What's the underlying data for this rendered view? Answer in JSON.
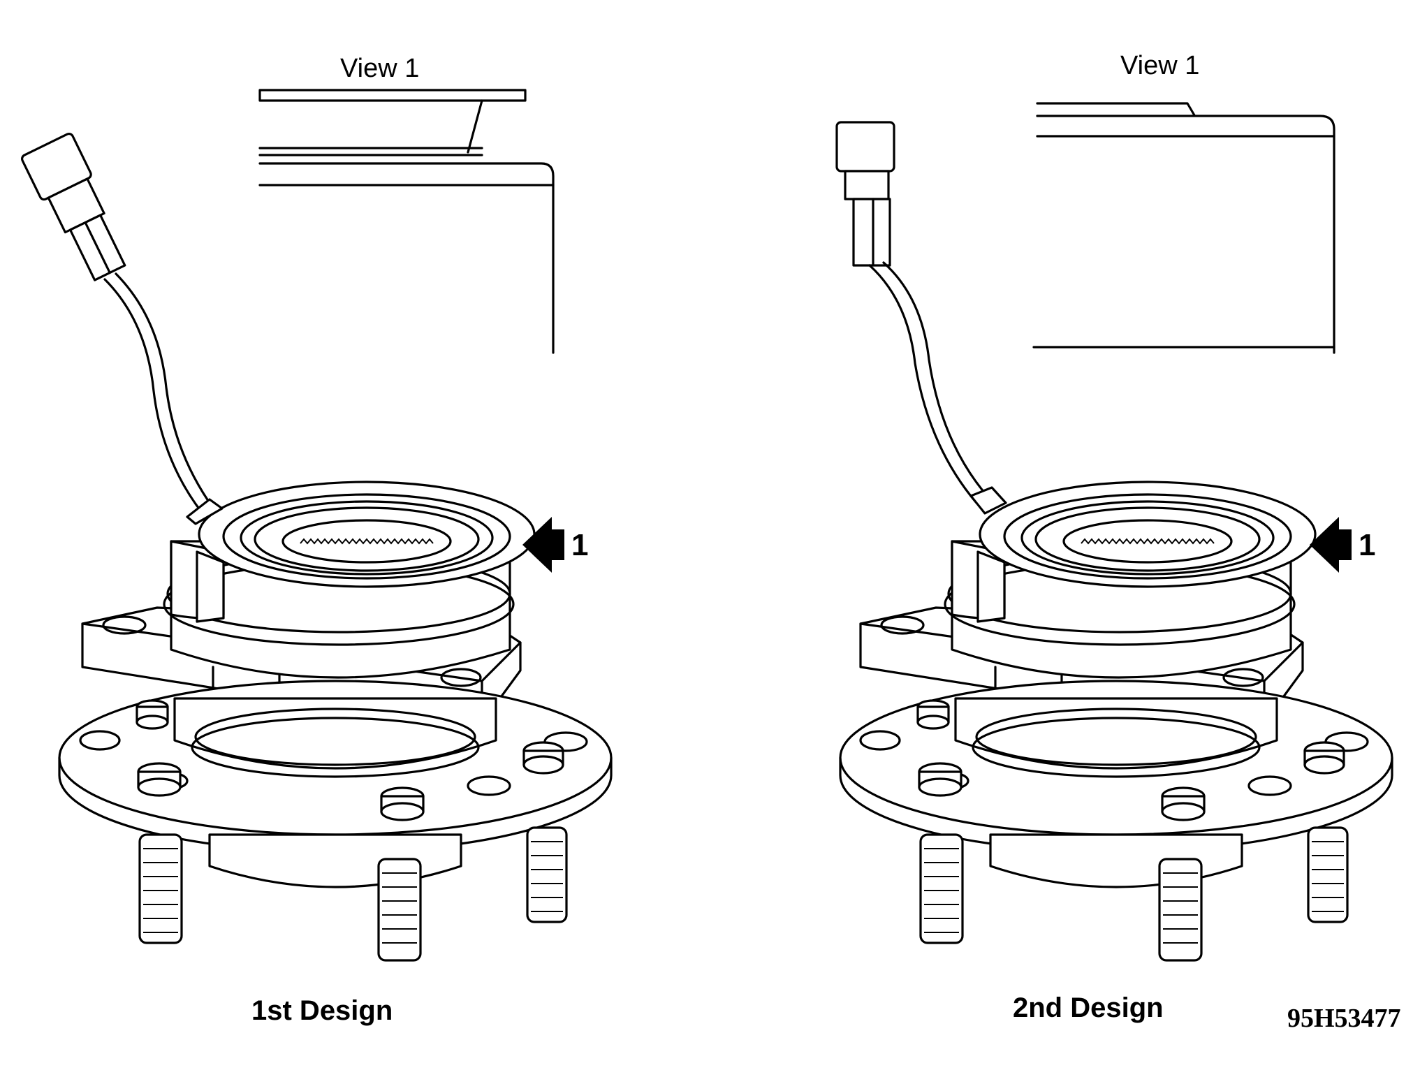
{
  "figure": {
    "left_panel": {
      "view_label": "View 1",
      "arrow_number": "1",
      "caption": "1st Design"
    },
    "right_panel": {
      "view_label": "View 1",
      "arrow_number": "1",
      "caption": "2nd Design"
    },
    "figure_id": "95H53477"
  }
}
